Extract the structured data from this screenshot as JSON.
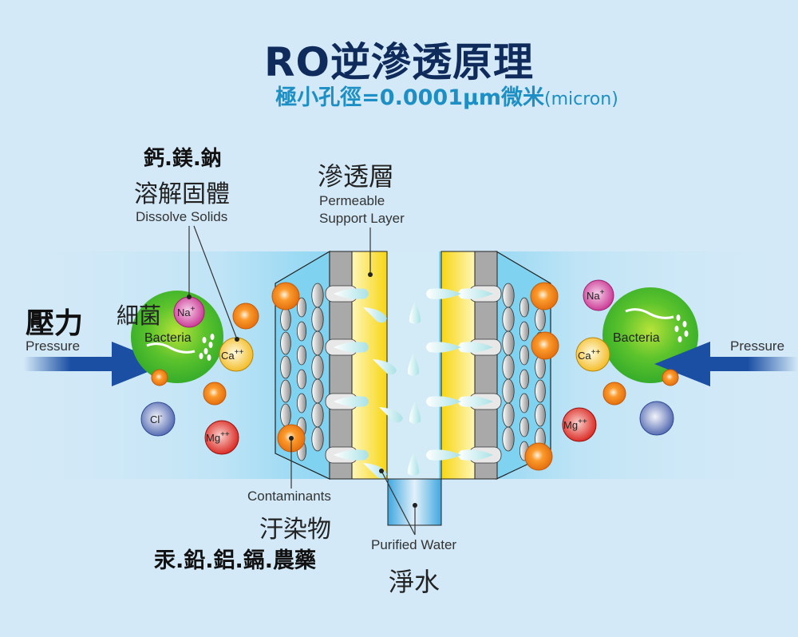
{
  "header": {
    "title": "RO逆滲透原理",
    "subtitle_main": "極小孔徑=0.0001μm微米",
    "subtitle_unit": "(micron)"
  },
  "labels": {
    "dissolved_minerals_zh": "鈣.鎂.鈉",
    "dissolved_solids_zh": "溶解固體",
    "dissolved_solids_en": "Dissolve Solids",
    "membrane_zh": "滲透層",
    "membrane_en_line1": "Permeable",
    "membrane_en_line2": "Support Layer",
    "pressure_zh": "壓力",
    "pressure_en_left": "Pressure",
    "pressure_en_right": "Pressure",
    "bacteria_zh": "細菌",
    "bacteria_en_left": "Bacteria",
    "bacteria_en_right": "Bacteria",
    "contaminants_en": "Contaminants",
    "contaminants_zh": "汙染物",
    "heavy_metals_zh": "汞.鉛.鋁.鎘.農藥",
    "purified_en": "Purified Water",
    "purified_zh": "淨水"
  },
  "ions": {
    "na": "Na",
    "na_charge": "+",
    "ca": "Ca",
    "ca_charge": "++",
    "mg": "Mg",
    "mg_charge": "++",
    "cl": "Cl",
    "cl_charge": "-"
  },
  "colors": {
    "background": "#d3e9f7",
    "title": "#0f2b5b",
    "subtitle": "#1d8fc4",
    "water_band": "#7fd3f1",
    "arrow": "#1b4fa3",
    "bacteria": "#3dba2c",
    "membrane_yellow": "#f7dc2e",
    "membrane_gray": "#a8a8a8",
    "contaminant_orange": "#f07a12",
    "na_ion": "#d43d9c",
    "ca_ion": "#f5c21e",
    "mg_ion": "#e0261e",
    "cl_ion": "#5a6db5"
  }
}
